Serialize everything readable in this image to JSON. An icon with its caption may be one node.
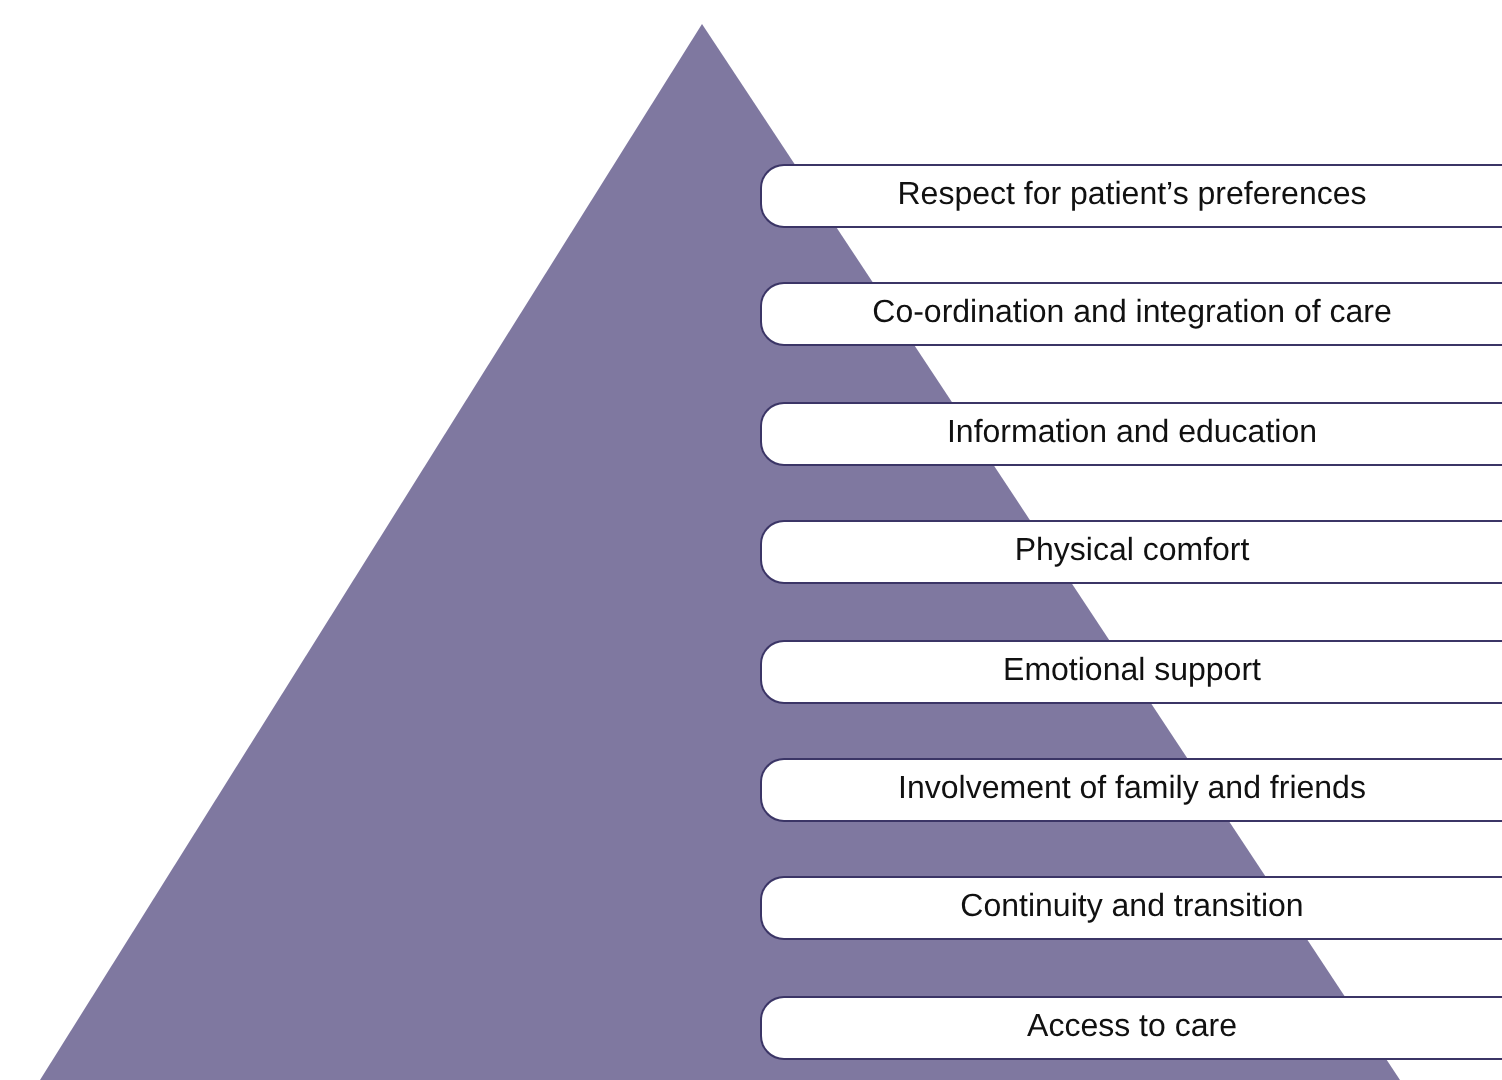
{
  "diagram": {
    "nodes": [
      {
        "text": [
          "Respect for patient’s preferences"
        ]
      },
      {
        "text": [
          "Co-ordination and integration of care"
        ]
      },
      {
        "text": [
          "Information and education"
        ]
      },
      {
        "text": [
          "Physical comfort"
        ]
      },
      {
        "text": [
          "Emotional support"
        ]
      },
      {
        "text": [
          "Involvement of family and friends"
        ]
      },
      {
        "text": [
          "Continuity and transition"
        ]
      },
      {
        "text": [
          "Access to care"
        ]
      }
    ]
  }
}
